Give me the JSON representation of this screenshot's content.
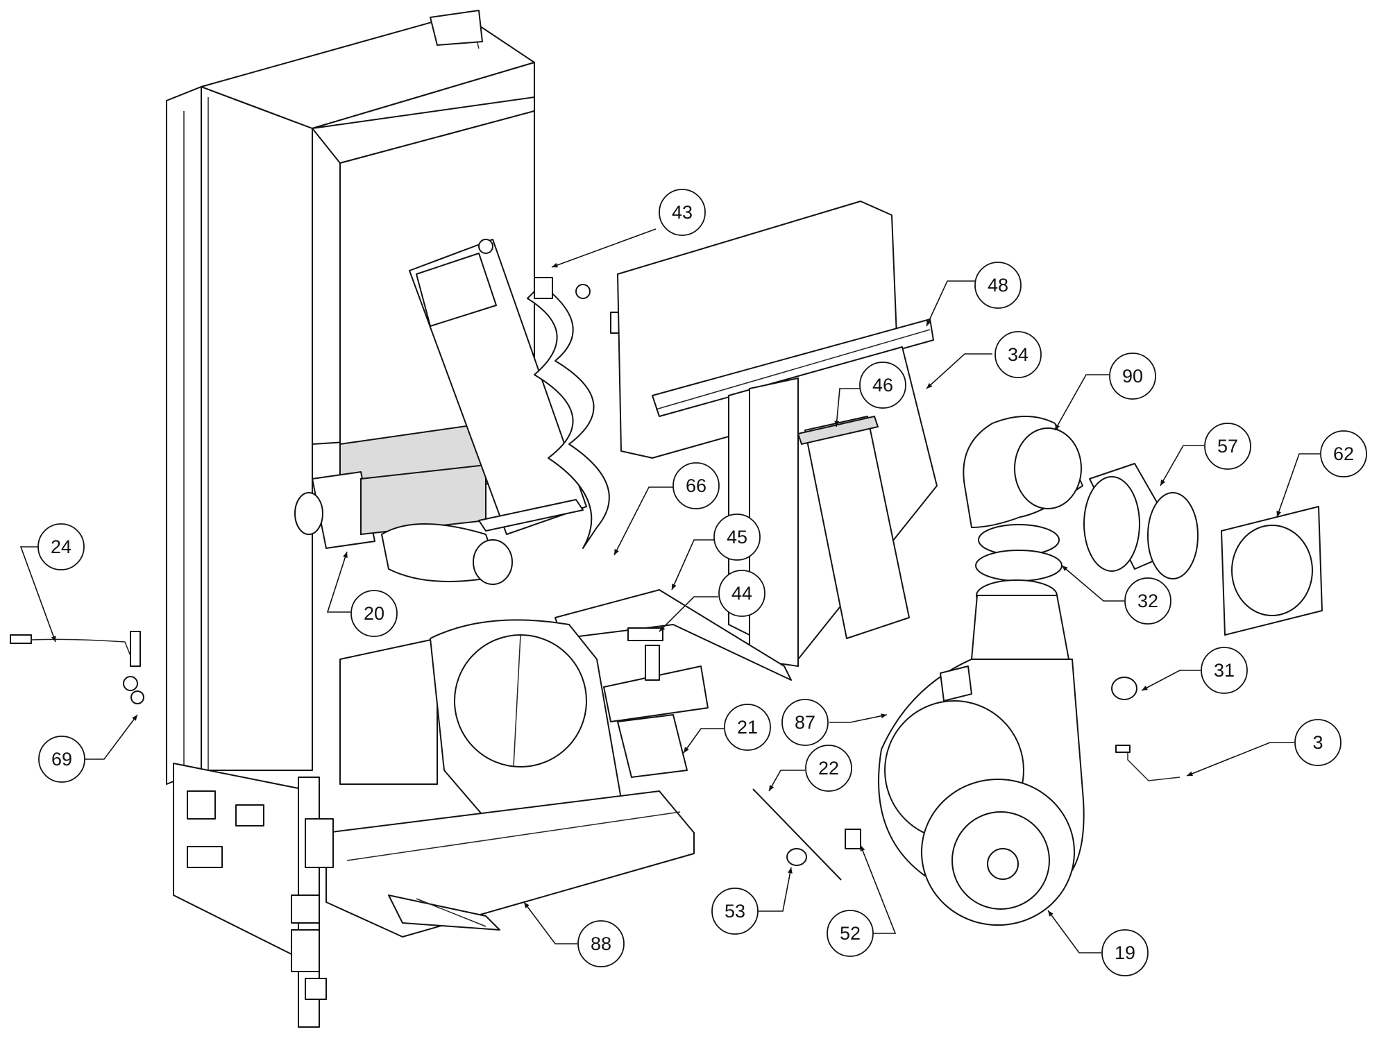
{
  "callouts": [
    {
      "label": "43"
    },
    {
      "label": "48"
    },
    {
      "label": "34"
    },
    {
      "label": "46"
    },
    {
      "label": "90"
    },
    {
      "label": "57"
    },
    {
      "label": "62"
    },
    {
      "label": "66"
    },
    {
      "label": "45"
    },
    {
      "label": "44"
    },
    {
      "label": "20"
    },
    {
      "label": "24"
    },
    {
      "label": "32"
    },
    {
      "label": "31"
    },
    {
      "label": "21"
    },
    {
      "label": "87"
    },
    {
      "label": "3"
    },
    {
      "label": "22"
    },
    {
      "label": "69"
    },
    {
      "label": "53"
    },
    {
      "label": "52"
    },
    {
      "label": "88"
    },
    {
      "label": "19"
    }
  ]
}
